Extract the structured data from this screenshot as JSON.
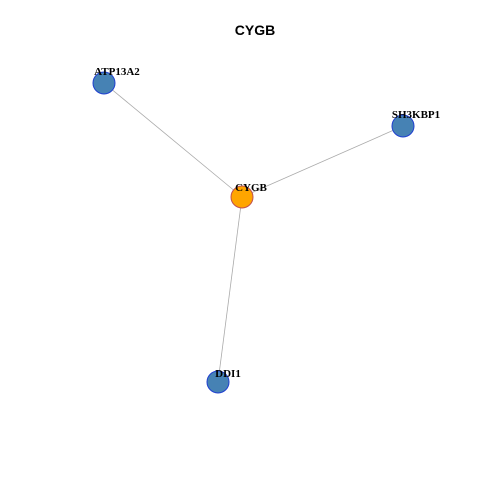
{
  "title": "CYGB",
  "colors": {
    "background": "#ffffff",
    "edge": "#aaaaaa",
    "hub_fill": "#ffa500",
    "hub_stroke": "#c05050",
    "node_fill": "#4682b4",
    "node_stroke": "#1f3fd0"
  },
  "network": {
    "nodes": [
      {
        "id": "CYGB",
        "label": "CYGB",
        "role": "hub"
      },
      {
        "id": "ATP13A2",
        "label": "ATP13A2",
        "role": "neighbor"
      },
      {
        "id": "SH3KBP1",
        "label": "SH3KBP1",
        "role": "neighbor"
      },
      {
        "id": "DDI1",
        "label": "DDI1",
        "role": "neighbor"
      }
    ],
    "edges": [
      {
        "source": "CYGB",
        "target": "ATP13A2"
      },
      {
        "source": "CYGB",
        "target": "SH3KBP1"
      },
      {
        "source": "CYGB",
        "target": "DDI1"
      }
    ]
  }
}
